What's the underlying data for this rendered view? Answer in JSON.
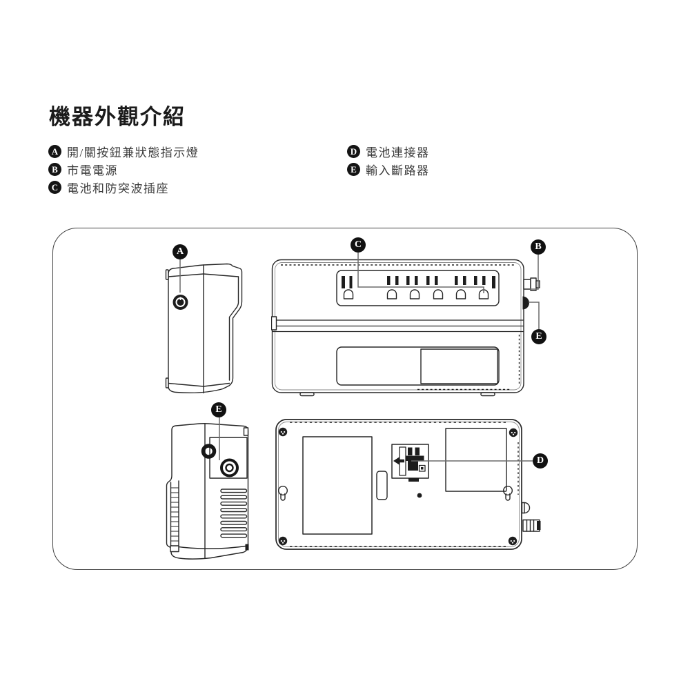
{
  "page": {
    "title": "機器外觀介紹",
    "background": "#ffffff"
  },
  "legend": {
    "left": [
      {
        "letter": "A",
        "label": "開/關按鈕兼狀態指示燈"
      },
      {
        "letter": "B",
        "label": "市電電源"
      },
      {
        "letter": "C",
        "label": "電池和防突波插座"
      }
    ],
    "right": [
      {
        "letter": "D",
        "label": "電池連接器"
      },
      {
        "letter": "E",
        "label": "輸入斷路器"
      }
    ]
  },
  "diagram": {
    "badges": {
      "a": "A",
      "b": "B",
      "c": "C",
      "d": "D",
      "e": "E"
    },
    "colors": {
      "line_art": "#262626",
      "callout_line": "#6a6a6a",
      "badge_background": "#111111",
      "badge_text": "#ffffff",
      "frame_border": "#3f3f3f"
    }
  }
}
